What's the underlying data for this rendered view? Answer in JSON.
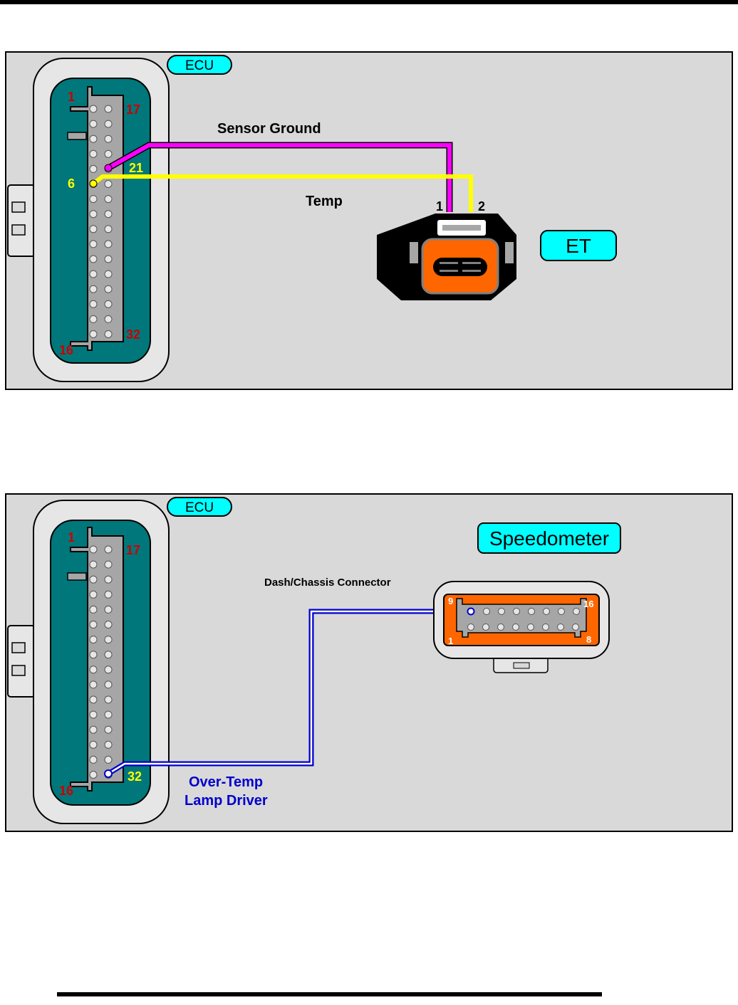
{
  "colors": {
    "panel_bg": "#d9d9d9",
    "ecu_housing": "#e6e6e6",
    "ecu_inner": "#00777a",
    "ecu_pins_body": "#a6a6a6",
    "pin_number_red": "#cc0000",
    "pin_number_yellow": "#ffff00",
    "label_cyan": "#00ffff",
    "wire_sensor_ground": "#ff00ff",
    "wire_temp": "#ffff00",
    "wire_lamp_driver": "#0000cc",
    "connector_orange": "#ff6600"
  },
  "diagram_1": {
    "ecu_label": "ECU",
    "ecu_pins": {
      "top_left": "1",
      "top_right": "17",
      "bottom_left": "16",
      "bottom_right": "32"
    },
    "highlight_pins": {
      "sensor_ground": "21",
      "temp": "6"
    },
    "wires": {
      "sensor_ground": "Sensor Ground",
      "temp": "Temp"
    },
    "sensor_label": "ET",
    "sensor_pins": {
      "pin1": "1",
      "pin2": "2"
    }
  },
  "diagram_2": {
    "ecu_label": "ECU",
    "ecu_pins": {
      "top_left": "1",
      "top_right": "17",
      "bottom_left": "16",
      "bottom_right": "32"
    },
    "highlight_pin": "32",
    "wire_label_line1": "Over-Temp",
    "wire_label_line2": "Lamp Driver",
    "connector_label": "Dash/Chassis Connector",
    "device_label": "Speedometer",
    "connector_pins": {
      "top_left": "9",
      "top_right": "16",
      "bottom_left": "1",
      "bottom_right": "8"
    }
  }
}
